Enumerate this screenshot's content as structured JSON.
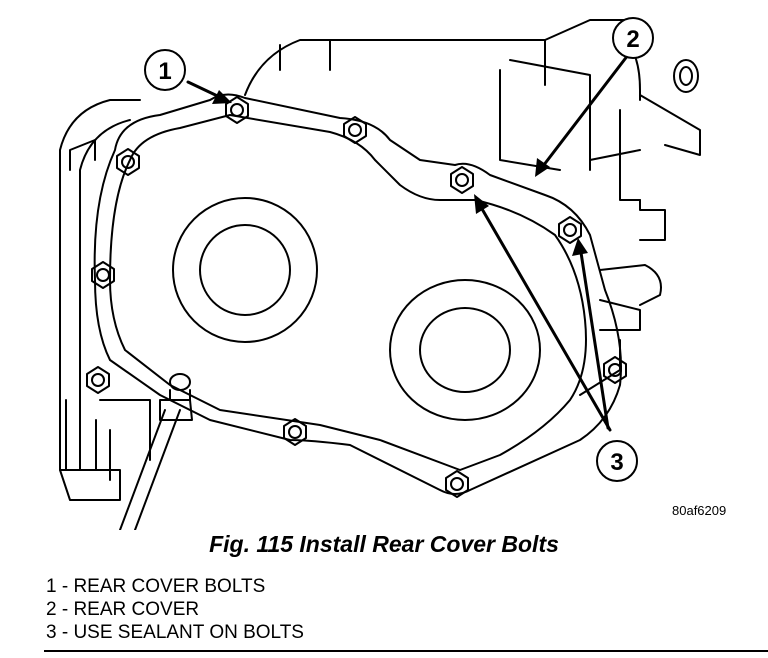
{
  "figure": {
    "code": "80af6209",
    "callouts": [
      "1",
      "2",
      "3"
    ]
  },
  "caption": "Fig. 115 Install Rear Cover Bolts",
  "legend": [
    "1 - REAR COVER BOLTS",
    "2 - REAR COVER",
    "3 - USE SEALANT ON BOLTS"
  ],
  "colors": {
    "ink": "#000000",
    "paper": "#ffffff"
  }
}
